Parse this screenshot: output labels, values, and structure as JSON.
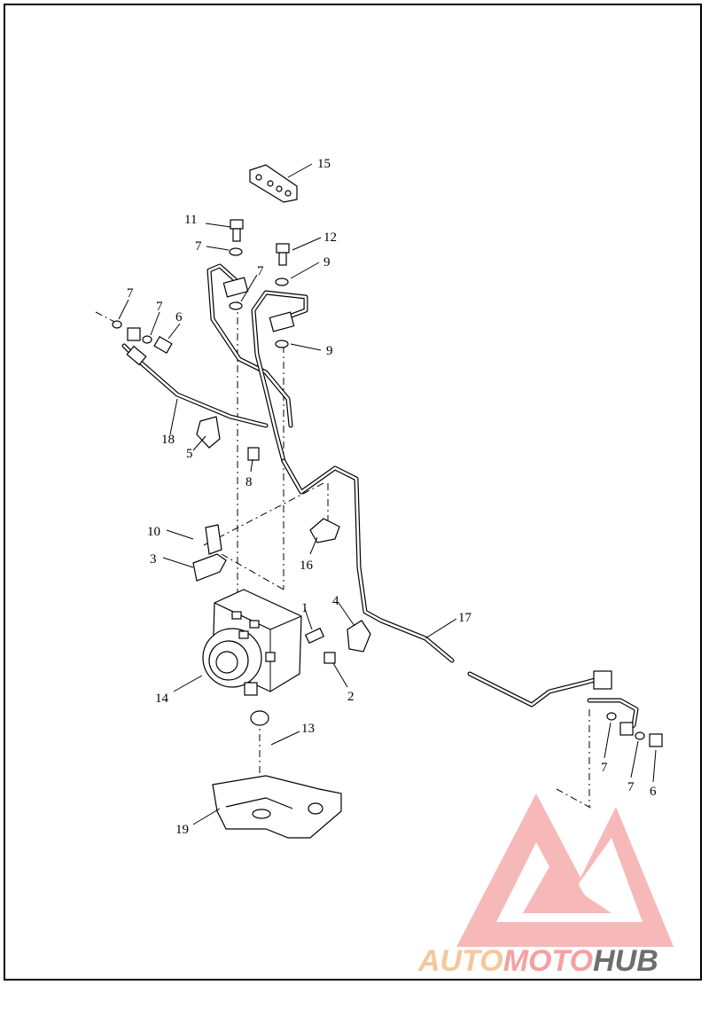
{
  "diagram": {
    "callouts": [
      {
        "id": "c15",
        "label": "15"
      },
      {
        "id": "c11",
        "label": "11"
      },
      {
        "id": "c12",
        "label": "12"
      },
      {
        "id": "c7a",
        "label": "7"
      },
      {
        "id": "c7b",
        "label": "7"
      },
      {
        "id": "c9a",
        "label": "9"
      },
      {
        "id": "c9b",
        "label": "9"
      },
      {
        "id": "c7c",
        "label": "7"
      },
      {
        "id": "c7d",
        "label": "7"
      },
      {
        "id": "c6a",
        "label": "6"
      },
      {
        "id": "c18",
        "label": "18"
      },
      {
        "id": "c5",
        "label": "5"
      },
      {
        "id": "c8",
        "label": "8"
      },
      {
        "id": "c10",
        "label": "10"
      },
      {
        "id": "c3",
        "label": "3"
      },
      {
        "id": "c16",
        "label": "16"
      },
      {
        "id": "c1",
        "label": "1"
      },
      {
        "id": "c4",
        "label": "4"
      },
      {
        "id": "c17",
        "label": "17"
      },
      {
        "id": "c2",
        "label": "2"
      },
      {
        "id": "c14",
        "label": "14"
      },
      {
        "id": "c13",
        "label": "13"
      },
      {
        "id": "c19",
        "label": "19"
      },
      {
        "id": "c7e",
        "label": "7"
      },
      {
        "id": "c7f",
        "label": "7"
      },
      {
        "id": "c6b",
        "label": "6"
      }
    ]
  },
  "watermark": {
    "part1": "AUTO",
    "part2": "MOTO",
    "part3": "HUB",
    "color_light": "#f5c79a",
    "color_accent": "#f08c8c",
    "color_dark": "#6e6e6e"
  }
}
